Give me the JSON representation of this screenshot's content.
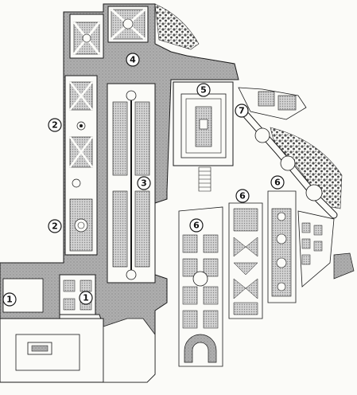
{
  "map": {
    "labels": [
      "1",
      "1",
      "2",
      "2",
      "3",
      "4",
      "5",
      "6",
      "6",
      "6",
      "7"
    ],
    "colors": {
      "paving": "#a9a9a9",
      "hedge": "#8a8a8a",
      "outline": "#1a1a1a",
      "paper": "#fbfbf8",
      "water": "#ffffff"
    }
  }
}
